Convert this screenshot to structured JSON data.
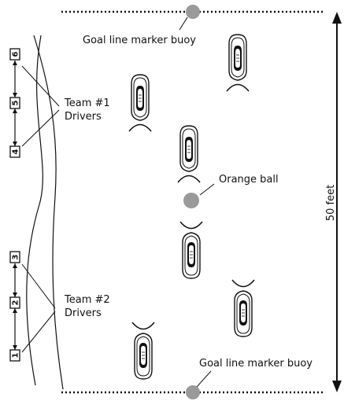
{
  "labels": {
    "goal_top": "Goal line marker buoy",
    "goal_bottom": "Goal line marker buoy",
    "team1_line1": "Team #1",
    "team1_line2": "Drivers",
    "team2_line1": "Team #2",
    "team2_line2": "Drivers",
    "orange_ball": "Orange ball",
    "distance": "50 feet"
  },
  "driver_numbers": [
    "6",
    "5",
    "4",
    "3",
    "2",
    "1"
  ],
  "colors": {
    "line": "#111111",
    "buoy": "#9a9a9a",
    "ball": "#9a9a9a"
  }
}
